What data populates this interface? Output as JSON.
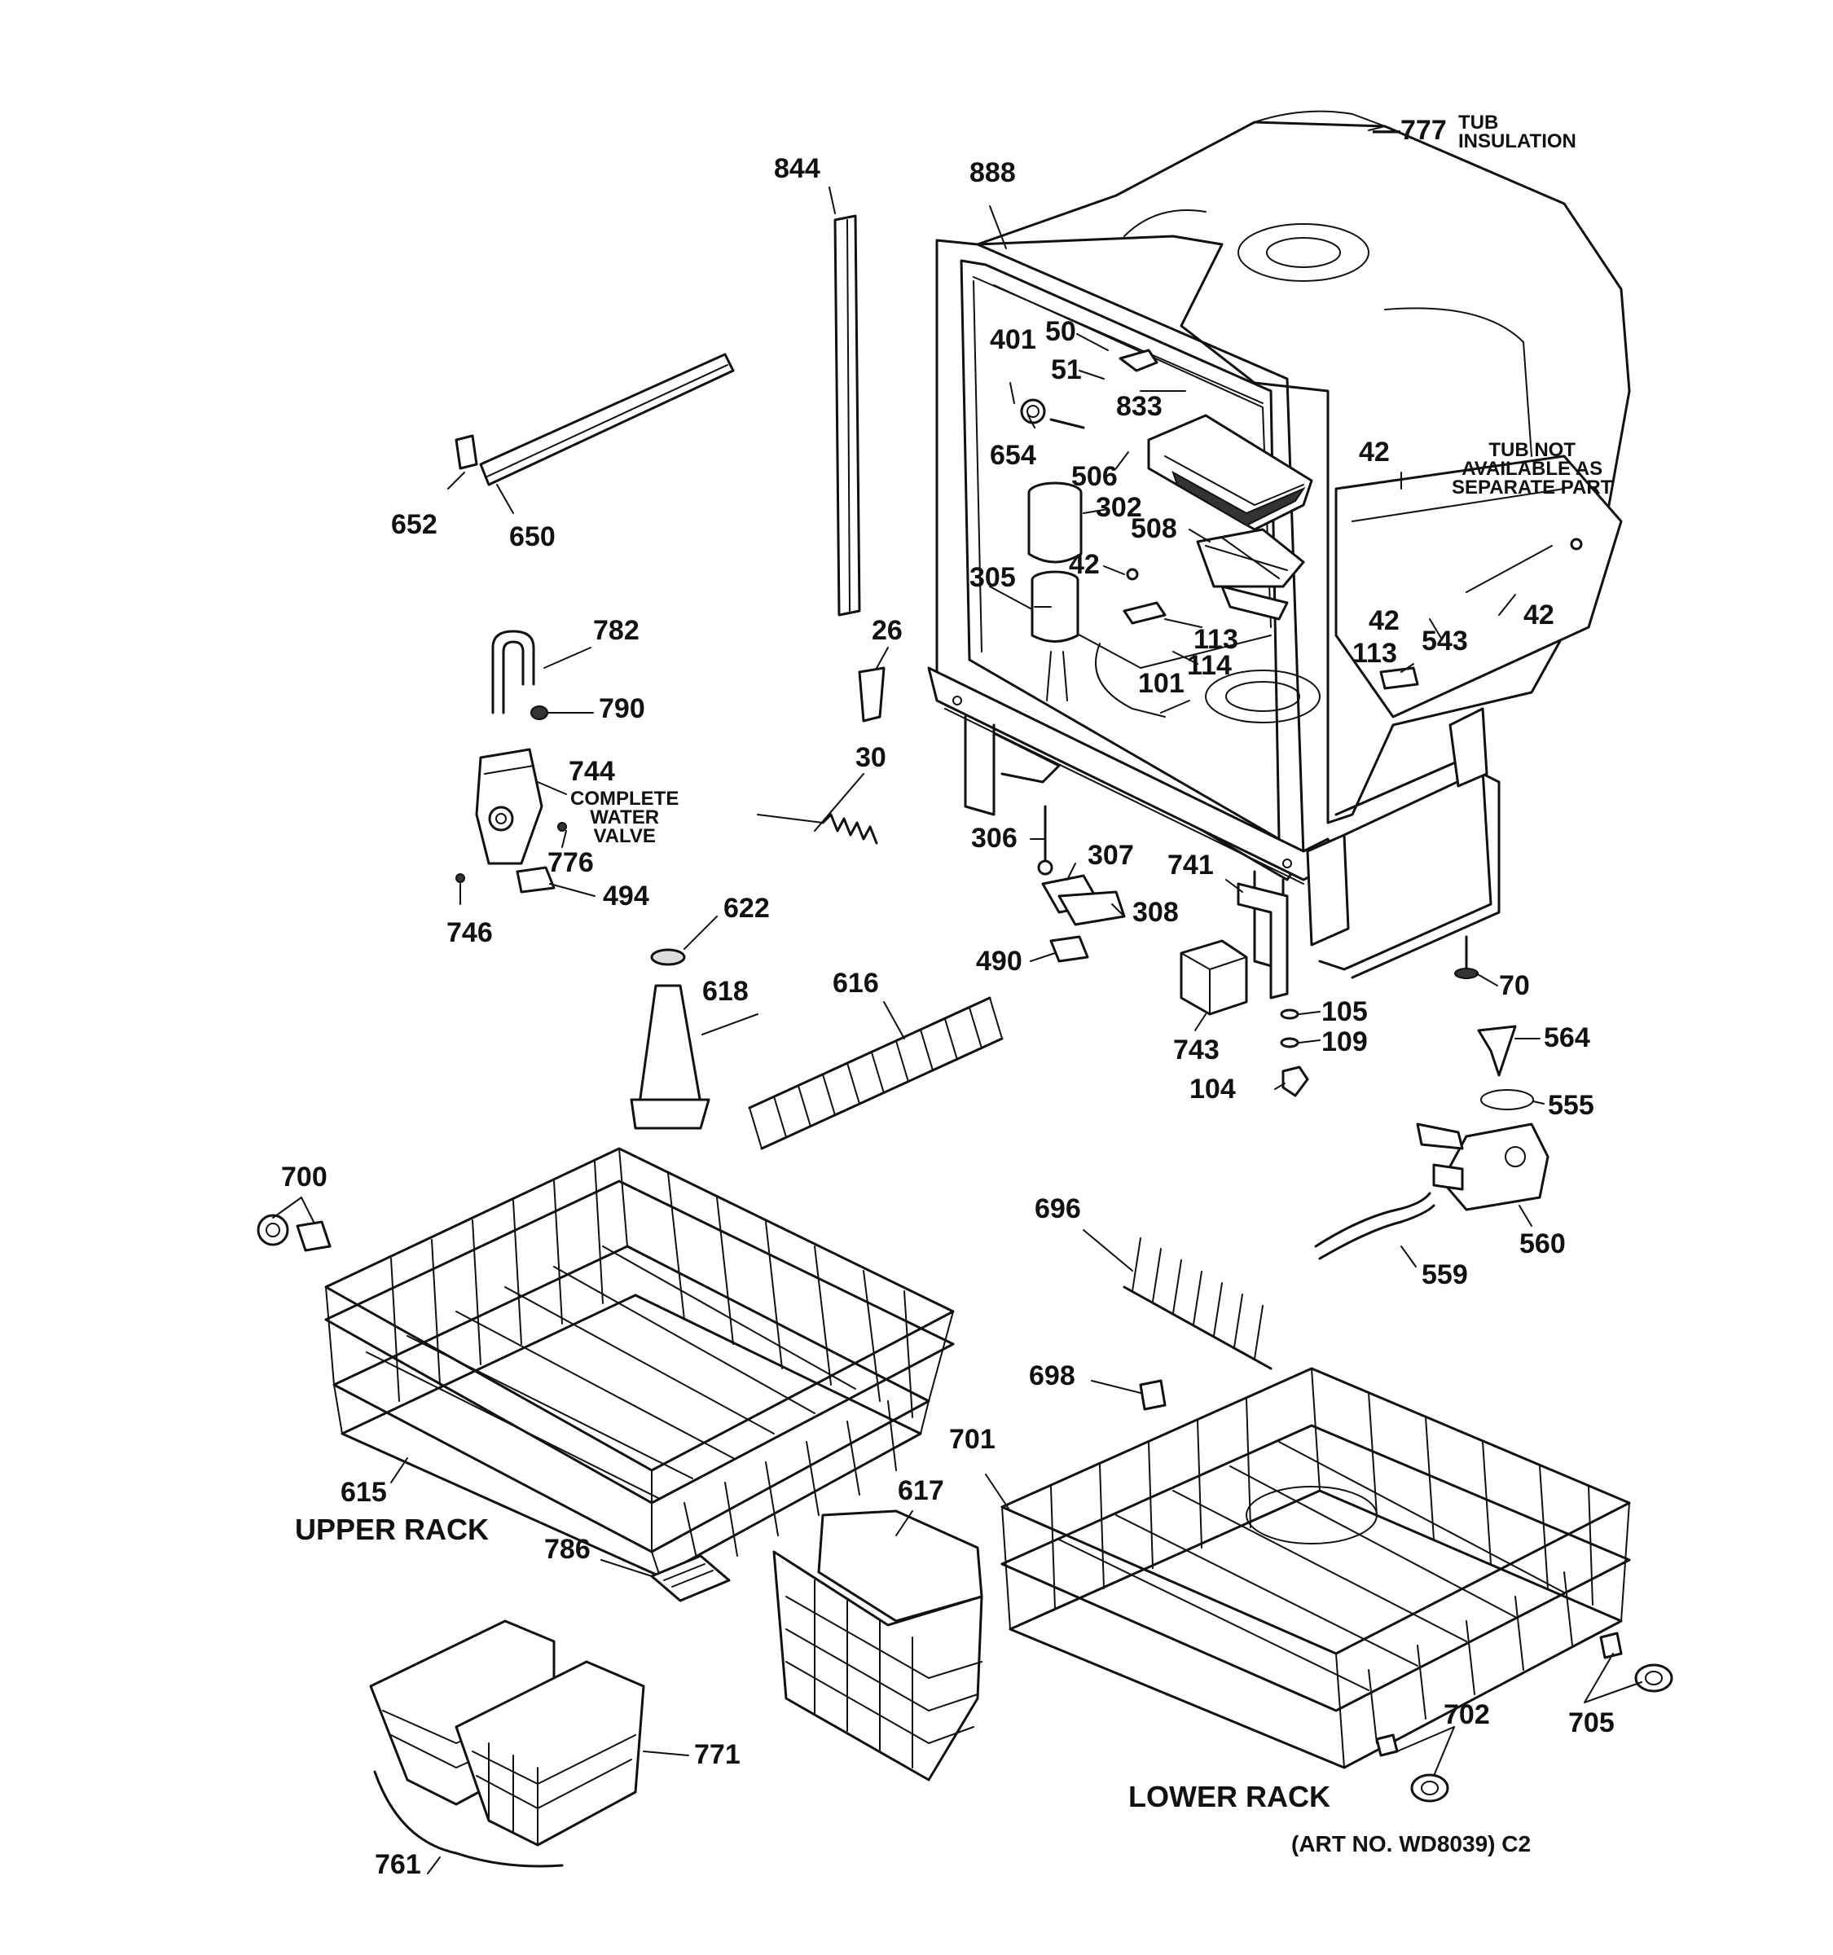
{
  "labels": [
    {
      "text": "844"
    },
    {
      "text": "888"
    },
    {
      "text": "—777"
    },
    {
      "text": "TUB\nINSULATION"
    },
    {
      "text": "401"
    },
    {
      "text": "50"
    },
    {
      "text": "51"
    },
    {
      "text": "833"
    },
    {
      "text": "654"
    },
    {
      "text": "506"
    },
    {
      "text": "302"
    },
    {
      "text": "508"
    },
    {
      "text": "42"
    },
    {
      "text": "305"
    },
    {
      "text": "42"
    },
    {
      "text": "TUB NOT\nAVAILABLE AS\nSEPARATE PART"
    },
    {
      "text": "42"
    },
    {
      "text": "42"
    },
    {
      "text": "543"
    },
    {
      "text": "113"
    },
    {
      "text": "114"
    },
    {
      "text": "101"
    },
    {
      "text": "113"
    },
    {
      "text": "652"
    },
    {
      "text": "650"
    },
    {
      "text": "782"
    },
    {
      "text": "790"
    },
    {
      "text": "26"
    },
    {
      "text": "30"
    },
    {
      "text": "744"
    },
    {
      "text": "COMPLETE\nWATER\nVALVE"
    },
    {
      "text": "776"
    },
    {
      "text": "494"
    },
    {
      "text": "746"
    },
    {
      "text": "306"
    },
    {
      "text": "307"
    },
    {
      "text": "741"
    },
    {
      "text": "308"
    },
    {
      "text": "490"
    },
    {
      "text": "743"
    },
    {
      "text": "70"
    },
    {
      "text": "105"
    },
    {
      "text": "109"
    },
    {
      "text": "104"
    },
    {
      "text": "564"
    },
    {
      "text": "555"
    },
    {
      "text": "622"
    },
    {
      "text": "618"
    },
    {
      "text": "616"
    },
    {
      "text": "560"
    },
    {
      "text": "559"
    },
    {
      "text": "700"
    },
    {
      "text": "696"
    },
    {
      "text": "698"
    },
    {
      "text": "701"
    },
    {
      "text": "615"
    },
    {
      "text": "UPPER RACK"
    },
    {
      "text": "617"
    },
    {
      "text": "786"
    },
    {
      "text": "771"
    },
    {
      "text": "702"
    },
    {
      "text": "705"
    },
    {
      "text": "LOWER RACK"
    },
    {
      "text": "761"
    },
    {
      "text": "(ART NO. WD8039) C2"
    }
  ]
}
